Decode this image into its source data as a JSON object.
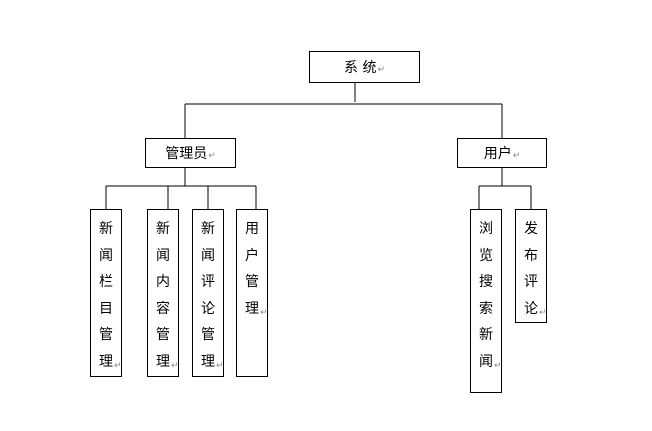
{
  "diagram": {
    "root": {
      "label": "系 统"
    },
    "admin": {
      "label": "管理员",
      "children": [
        {
          "label": "新闻栏目管理"
        },
        {
          "label": "新闻内容管理"
        },
        {
          "label": "新闻评论管理"
        },
        {
          "label": "用户管理"
        }
      ]
    },
    "user": {
      "label": "用户",
      "children": [
        {
          "label": "浏览搜索新闻"
        },
        {
          "label": "发布评论"
        }
      ]
    },
    "return_mark": "↵"
  }
}
